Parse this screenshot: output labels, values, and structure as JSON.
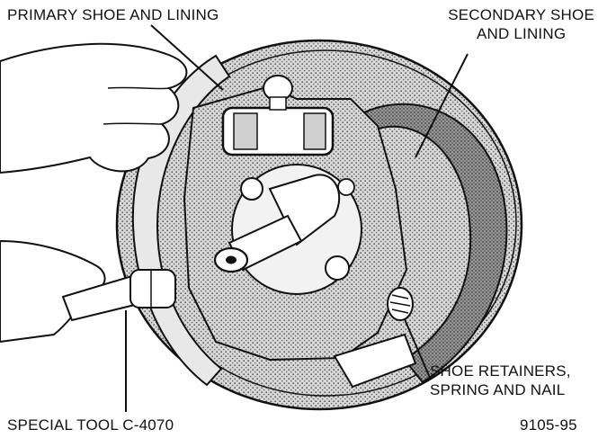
{
  "labels": {
    "primary_shoe": "PRIMARY SHOE AND LINING",
    "secondary_shoe_line1": "SECONDARY SHOE",
    "secondary_shoe_line2": "AND LINING",
    "retainers_line1": "SHOE RETAINERS,",
    "retainers_line2": "SPRING AND NAIL",
    "special_tool": "SPECIAL TOOL C-4070",
    "figure_number": "9105-95"
  },
  "colors": {
    "ink": "#111111",
    "shade": "#b5b5b5",
    "lining": "#8e8e8e",
    "paper": "#ffffff"
  }
}
